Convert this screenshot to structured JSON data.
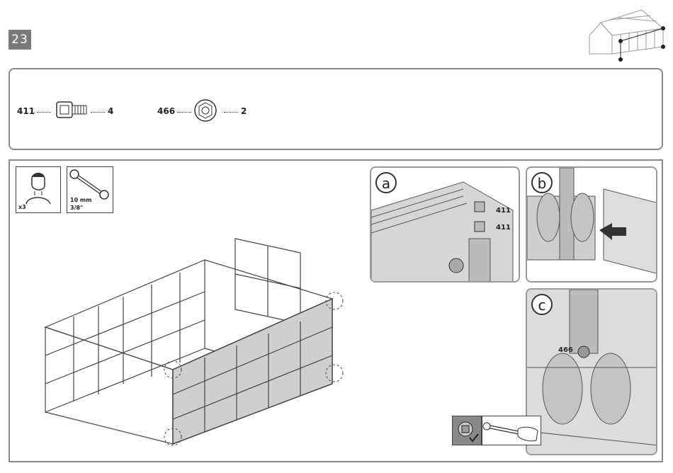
{
  "step": "23",
  "parts": [
    {
      "code": "411",
      "qty": "4",
      "part": "square-head-bolt"
    },
    {
      "code": "466",
      "qty": "2",
      "part": "flange-nut"
    }
  ],
  "tools": {
    "persons": "x3",
    "wrench_size_mm": "10 mm",
    "wrench_size_in": "3/8\""
  },
  "details": {
    "a": {
      "label": "a",
      "callouts": [
        "411",
        "411"
      ]
    },
    "b": {
      "label": "b"
    },
    "c": {
      "label": "c",
      "callout": "466"
    }
  }
}
